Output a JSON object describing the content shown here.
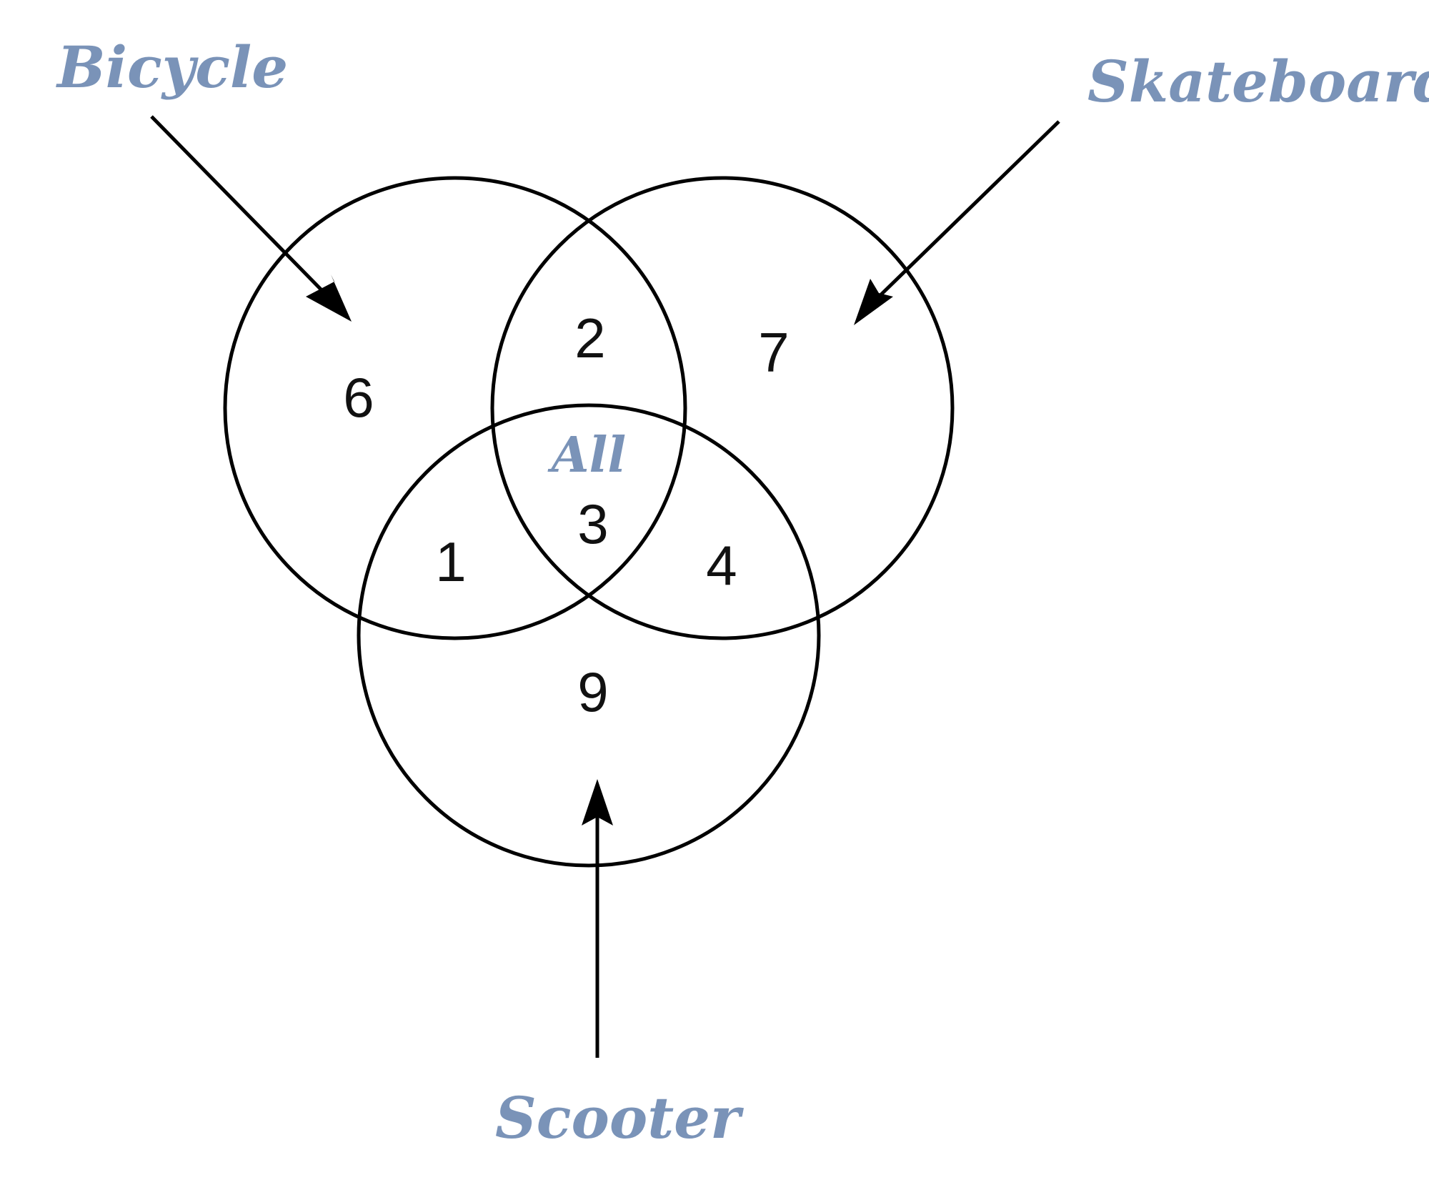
{
  "sets": {
    "bicycle": {
      "label": "Bicycle"
    },
    "skateboard": {
      "label": "Skateboard"
    },
    "scooter": {
      "label": "Scooter"
    }
  },
  "regions": {
    "bicycle_only": "6",
    "skateboard_only": "7",
    "scooter_only": "9",
    "bicycle_skateboard": "2",
    "bicycle_scooter": "1",
    "skateboard_scooter": "4",
    "all": "3"
  },
  "center_label": "All",
  "colors": {
    "label": "#7a93b8",
    "stroke": "#000000",
    "count_one": "#6b0f2a"
  }
}
